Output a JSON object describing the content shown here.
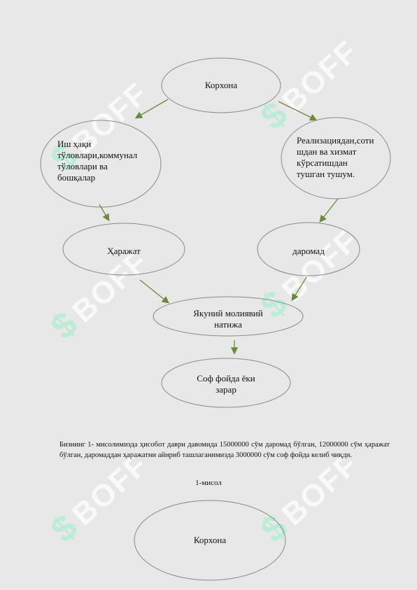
{
  "diagram": {
    "top_node": "Корхона",
    "left_node": [
      "Иш ҳақи",
      "тўловлари,коммунал",
      "тўловлари ва",
      "бошқалар"
    ],
    "right_node": [
      "Реализациядан,соти",
      "шдан ва хизмат",
      "кўрсатишдан",
      "тушган тушум."
    ],
    "expense_node": "Ҳаражат",
    "income_node": "даромад",
    "result_node": [
      "Якуний молиявий",
      "натижа"
    ],
    "profit_node": [
      "Соф фойда ёки",
      "зарар"
    ]
  },
  "paragraph": "Бизнинг 1- мисолимизда ҳисобот даври давомида 15000000 сўм даромад бўлган, 12000000 сўм ҳаражат бўлган, даромаддан ҳаражатни айириб ташлаганимизда 3000000 сўм соф фойда келиб чиқди.",
  "caption": "1-мисол",
  "bottom_node": "Корхона",
  "watermark": "BOFF",
  "colors": {
    "arrow": "#6b8a3a",
    "ellipse_stroke": "#8a8a8a",
    "background": "#e8e8e8"
  }
}
